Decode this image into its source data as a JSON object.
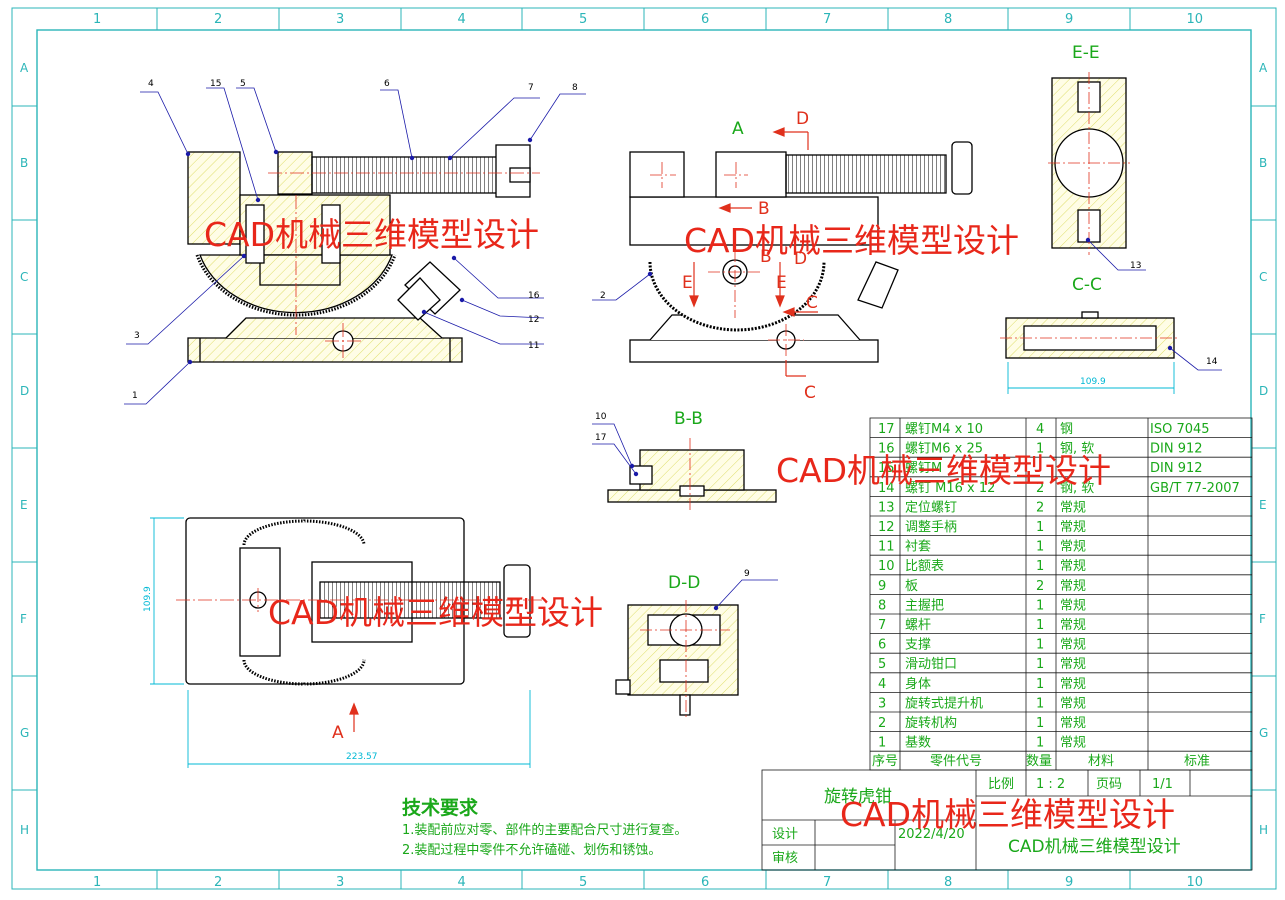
{
  "colors": {
    "border": "#2bb5b8",
    "line": "#000000",
    "hatch": "#e3e37a",
    "center": "#e0301c",
    "dim": "#00b8d4",
    "leader": "#1a1aa8",
    "text": "#1aa81a",
    "watermark": "#e8271a"
  },
  "grid": {
    "cols": [
      "1",
      "2",
      "3",
      "4",
      "5",
      "6",
      "7",
      "8",
      "9",
      "10"
    ],
    "rows": [
      "A",
      "B",
      "C",
      "D",
      "E",
      "F",
      "G",
      "H"
    ]
  },
  "views": {
    "ee": "E-E",
    "cc": "C-C",
    "bb": "B-B",
    "dd": "D-D"
  },
  "marks": {
    "a": "A",
    "a2": "A",
    "b": "B",
    "b2": "B",
    "c": "C",
    "c2": "C",
    "d": "D",
    "d2": "D",
    "e": "E",
    "e2": "E"
  },
  "balloons": {
    "n4": "4",
    "n15": "15",
    "n5": "5",
    "n6": "6",
    "n7": "7",
    "n8": "8",
    "n3": "3",
    "n16": "16",
    "n12": "12",
    "n11": "11",
    "n1": "1",
    "n2": "2",
    "n13": "13",
    "n14": "14",
    "n10": "10",
    "n17": "17",
    "n9": "9"
  },
  "dims": {
    "cc_len": "109.9",
    "plan_h": "109.9",
    "plan_w": "223.57"
  },
  "watermark": "CAD机械三维模型设计",
  "bom": {
    "rows": [
      {
        "no": "17",
        "name": "螺钉M4 x 10",
        "qty": "4",
        "mat": "钢",
        "std": "ISO 7045"
      },
      {
        "no": "16",
        "name": "螺钉M6 x 25",
        "qty": "1",
        "mat": "钢, 软",
        "std": "DIN 912"
      },
      {
        "no": "15",
        "name": "螺钉M",
        "qty": "",
        "mat": "",
        "std": "DIN 912"
      },
      {
        "no": "14",
        "name": "螺钉 M16 x 12",
        "qty": "2",
        "mat": "钢, 软",
        "std": "GB/T 77-2007"
      },
      {
        "no": "13",
        "name": "定位螺钉",
        "qty": "2",
        "mat": "常规",
        "std": ""
      },
      {
        "no": "12",
        "name": "调整手柄",
        "qty": "1",
        "mat": "常规",
        "std": ""
      },
      {
        "no": "11",
        "name": "衬套",
        "qty": "1",
        "mat": "常规",
        "std": ""
      },
      {
        "no": "10",
        "name": "比额表",
        "qty": "1",
        "mat": "常规",
        "std": ""
      },
      {
        "no": "9",
        "name": "板",
        "qty": "2",
        "mat": "常规",
        "std": ""
      },
      {
        "no": "8",
        "name": "主握把",
        "qty": "1",
        "mat": "常规",
        "std": ""
      },
      {
        "no": "7",
        "name": "螺杆",
        "qty": "1",
        "mat": "常规",
        "std": ""
      },
      {
        "no": "6",
        "name": "支撑",
        "qty": "1",
        "mat": "常规",
        "std": ""
      },
      {
        "no": "5",
        "name": "滑动钳口",
        "qty": "1",
        "mat": "常规",
        "std": ""
      },
      {
        "no": "4",
        "name": "身体",
        "qty": "1",
        "mat": "常规",
        "std": ""
      },
      {
        "no": "3",
        "name": "旋转式提升机",
        "qty": "1",
        "mat": "常规",
        "std": ""
      },
      {
        "no": "2",
        "name": "旋转机构",
        "qty": "1",
        "mat": "常规",
        "std": ""
      },
      {
        "no": "1",
        "name": "基数",
        "qty": "1",
        "mat": "常规",
        "std": ""
      }
    ],
    "header": {
      "no": "序号",
      "name": "零件代号",
      "qty": "数量",
      "mat": "材料",
      "std": "标准"
    }
  },
  "title": {
    "name": "旋转虎钳",
    "ratio_label": "比例",
    "ratio": "1 : 2",
    "page_label": "页码",
    "page": "1/1",
    "design": "设计",
    "review": "审核",
    "date": "2022/4/20",
    "company": "CAD机械三维模型设计"
  },
  "notes": {
    "heading": "技术要求",
    "l1": "1.装配前应对零、部件的主要配合尺寸进行复查。",
    "l2": "2.装配过程中零件不允许磕碰、划伤和锈蚀。"
  }
}
